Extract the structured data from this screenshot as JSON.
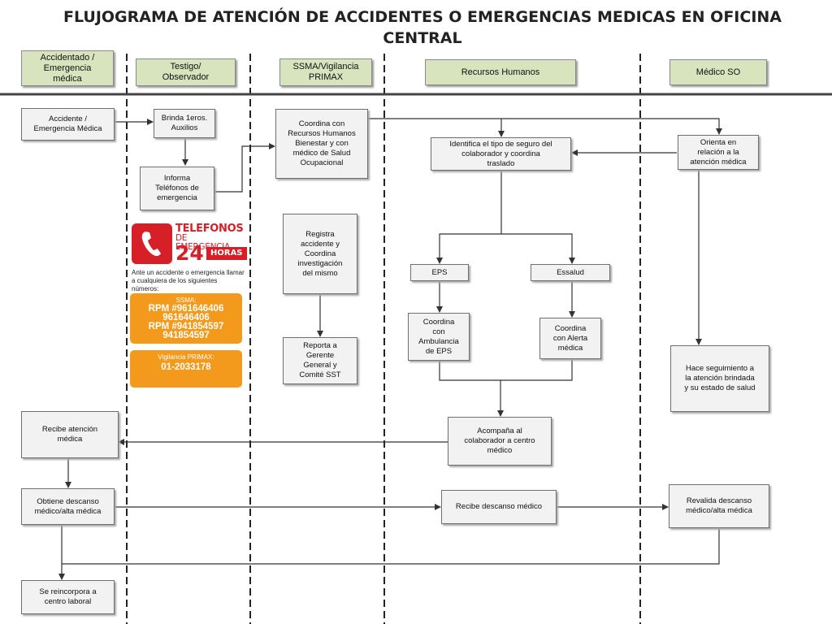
{
  "title": "FLUJOGRAMA DE ATENCIÓN DE ACCIDENTES O EMERGENCIAS MEDICAS EN OFICINA CENTRAL",
  "lanes": [
    {
      "label": "Accidentado /\nEmergencia\nmédica"
    },
    {
      "label": "Testigo/\nObservador"
    },
    {
      "label": "SSMA/Vigilancia\nPRIMAX"
    },
    {
      "label": "Recursos Humanos"
    },
    {
      "label": "Médico SO"
    }
  ],
  "steps": {
    "accidente": "Accidente /\nEmergencia Médica",
    "brinda": "Brinda 1eros.\nAuxilios",
    "informa": "Informa\nTeléfonos de\nemergencia",
    "coordina_rrhh": "Coordina con\nRecursos Humanos\nBienestar y con\nmédico de Salud\nOcupacional",
    "registra": "Registra\naccidente y\nCoordina\ninvestigación\ndel mismo",
    "reporta": "Reporta a\nGerente\nGeneral y\nComité SST",
    "identifica": "Identifica el tipo de seguro del\ncolaborador  y coordina\ntraslado",
    "eps": "EPS",
    "essalud": "Essalud",
    "coord_ambulancia": "Coordina\ncon\nAmbulancia\nde EPS",
    "coord_alerta": "Coordina\ncon Alerta\nmédica",
    "acompana": "Acompaña al\ncolaborador a centro\nmédico",
    "orienta": "Orienta en\nrelación a la\natención médica",
    "seguimiento": "Hace seguimiento a\nla atención brindada\ny su estado de salud",
    "recibe_atencion": "Recibe atención\nmédica",
    "obtiene": "Obtiene descanso\nmédico/alta médica",
    "recibe_descanso": "Recibe descanso médico",
    "revalida": "Revalida descanso\nmédico/alta médica",
    "reincorpora": "Se reincorpora a\ncentro laboral"
  },
  "emergency_panel": {
    "word": "TELEFONOS",
    "sub": "DE EMERGENCIA",
    "big": "24",
    "horas": "HORAS",
    "note": "Ante un accidente o emergencia llamar\na cualquiera de los siguientes números:",
    "ssma_label": "SSMA:",
    "ssma_numbers": "RPM #961646406\n961646406\nRPM #941854597\n941854597",
    "vigilancia_label": "Vigilancia PRIMAX:",
    "vigilancia_number": "01-2033178",
    "icon": "phone-icon",
    "colors": {
      "red": "#d61f26",
      "orange": "#f39a1d"
    }
  },
  "colors": {
    "lane_header": "#d7e4bd",
    "box": "#f2f2f2"
  }
}
